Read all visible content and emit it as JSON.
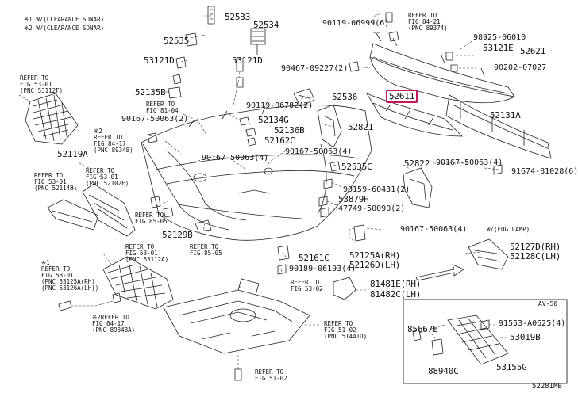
{
  "notes": {
    "n1": "※1 W/(CLEARANCE SONAR)",
    "n2": "※2 W/(CLEARANCE SONAR)"
  },
  "parts": {
    "p52533": "52533",
    "p52534": "52534",
    "p52535": "52535",
    "p53121d_a": "53121D",
    "p53121d_b": "53121D",
    "p52135b": "52135B",
    "p52536": "52536",
    "p52821": "52821",
    "p52611": "52611",
    "p52621": "52621",
    "p53121e": "53121E",
    "p52131a": "52131A",
    "p52134g": "52134G",
    "p52136b": "52136B",
    "p52162c": "52162C",
    "p52119a": "52119A",
    "p52535c": "52535C",
    "p53879h": "53879H",
    "p52822": "52822",
    "p52129b": "52129B",
    "p52161c": "52161C",
    "p52125a": "52125A(RH)",
    "p52126d": "52126D(LH)",
    "p52127d": "52127D(RH)",
    "p52128c": "52128C(LH)",
    "p81481e": "81481E(RH)",
    "p81482c": "81482C(LH)",
    "p85667e": "85667E",
    "p53019b": "53019B",
    "p53155g": "53155G",
    "p88940c": "88940C"
  },
  "fasteners": {
    "f90119_06999": "90119-06999(6)",
    "f90119_06782": "90119-06782(2)",
    "f90167_50063_2": "90167-50063(2)",
    "f90467_09227": "90467-09227(2)",
    "f98925_06010": "98925-06010",
    "f90202_07027": "90202-07027",
    "f90167_50063_4a": "90167-50063(4)",
    "f90167_50063_4b": "90167-50063(4)",
    "f90167_50063_4c": "90167-50063(4)",
    "f90167_50063_4d": "90167-50063(4)",
    "f90159_60431": "90159-60431(2)",
    "f47749_50090": "47749-50090(2)",
    "f91674_81028": "91674-81028(6)",
    "f90189_06193": "90189-06193(4)",
    "f91553_a0625": "91553-A0625(4)"
  },
  "refs": {
    "r_84_21": "REFER TO\nFIG 84-21\n(PNC 89374)",
    "r_53_01a": "REFER TO\nFIG 53-01\n(PNC 53112F)",
    "r_81_04": "REFER TO\nFIG 81-04",
    "r_84_17a": "※2\nREFER TO\nFIG 84-17\n(PNC 89348)",
    "r_53_01b": "REFER TO\nFIG 53-01\n(PNC 52114B)",
    "r_53_01c": "REFER TO\nFIG 53-01\n(PNC 52102E)",
    "r_85_05a": "REFER TO\nFIG 85-05",
    "r_85_05b": "REFER TO\nFIG 85-05",
    "r_53_01d": "REFER TO\nFIG 53-01\n(PNC 53112A)",
    "r_53_01e": "※1\nREFER TO\nFIG 53-01\n(PNC 53125A(RH)\n(PNC 53126A(LH))",
    "r_53_02": "REFER TO\nFIG 53-02",
    "r_84_17b": "※2REFER TO\nFIG 84-17\n(PNC 89348A)",
    "r_51_02a": "REFER TO\nFIG 51-02\n(PNC 51441D)",
    "r_51_02b": "REFER TO\nFIG 51-02"
  },
  "captions": {
    "fog": "W/(FOG LAMP)",
    "av": "AV-50",
    "diagram_id": "52281MB"
  },
  "colors": {
    "highlight": "#c2185b",
    "line": "#222222"
  }
}
